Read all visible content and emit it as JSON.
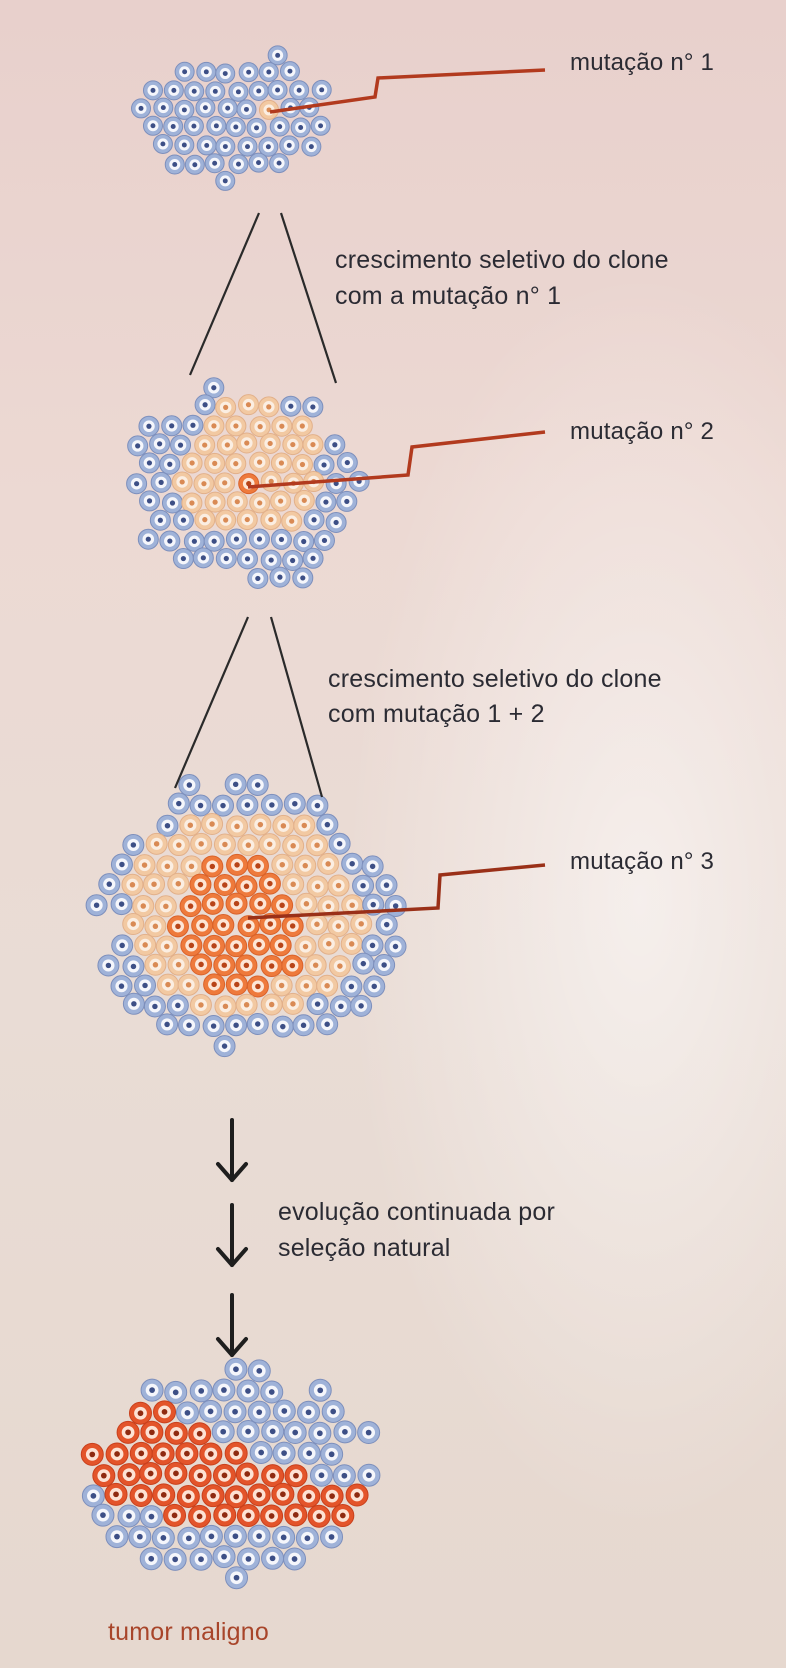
{
  "labels": {
    "mutation1": "mutação n° 1",
    "growth1_line1": "crescimento seletivo do clone",
    "growth1_line2": "com a mutação n° 1",
    "mutation2": "mutação n° 2",
    "growth2_line1": "crescimento seletivo do clone",
    "growth2_line2": "com mutação 1 + 2",
    "mutation3": "mutação n° 3",
    "evolution_line1": "evolução continuada por",
    "evolution_line2": "seleção natural",
    "final": "tumor maligno"
  },
  "colors": {
    "normal_cell": "#9fb2d8",
    "normal_nucleus": "#3d4f86",
    "mutant1_cell": "#f2c9a2",
    "mutant1_nucleus": "#d98a54",
    "mutant3_cell": "#ee7a3c",
    "mutant3_nucleus": "#b84418",
    "tumor_cell": "#e3542a",
    "pointer_line": "#b23a1e",
    "arrow": "#1e1e1e"
  }
}
